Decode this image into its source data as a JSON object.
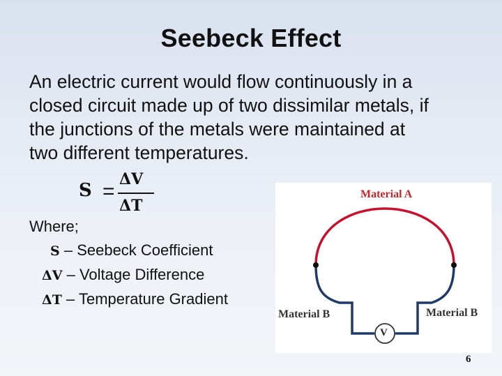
{
  "slide": {
    "title": "Seebeck Effect",
    "paragraph_lines": [
      "An electric current would flow continuously in a",
      "closed circuit made up of two dissimilar metals, if",
      "the junctions of the metals were maintained at",
      "two different temperatures."
    ],
    "formula": {
      "lhs": "S",
      "equals": "=",
      "numerator": "ΔV",
      "denominator": "ΔT"
    },
    "where_label": "Where;",
    "definitions": [
      {
        "symbol": "S",
        "text": " – Seebeck Coefficient"
      },
      {
        "symbol": "ΔV",
        "text": " – Voltage Difference"
      },
      {
        "symbol": "ΔT",
        "text": " – Temperature Gradient"
      }
    ],
    "page_number": "6"
  },
  "diagram": {
    "material_a": "Material A",
    "material_b_left": "Material B",
    "material_b_right": "Material B",
    "meter": "V",
    "colors": {
      "material_a": "#c8102e",
      "material_b": "#1f3a68",
      "label_a": "#c0282d",
      "label_b": "#333333"
    }
  }
}
